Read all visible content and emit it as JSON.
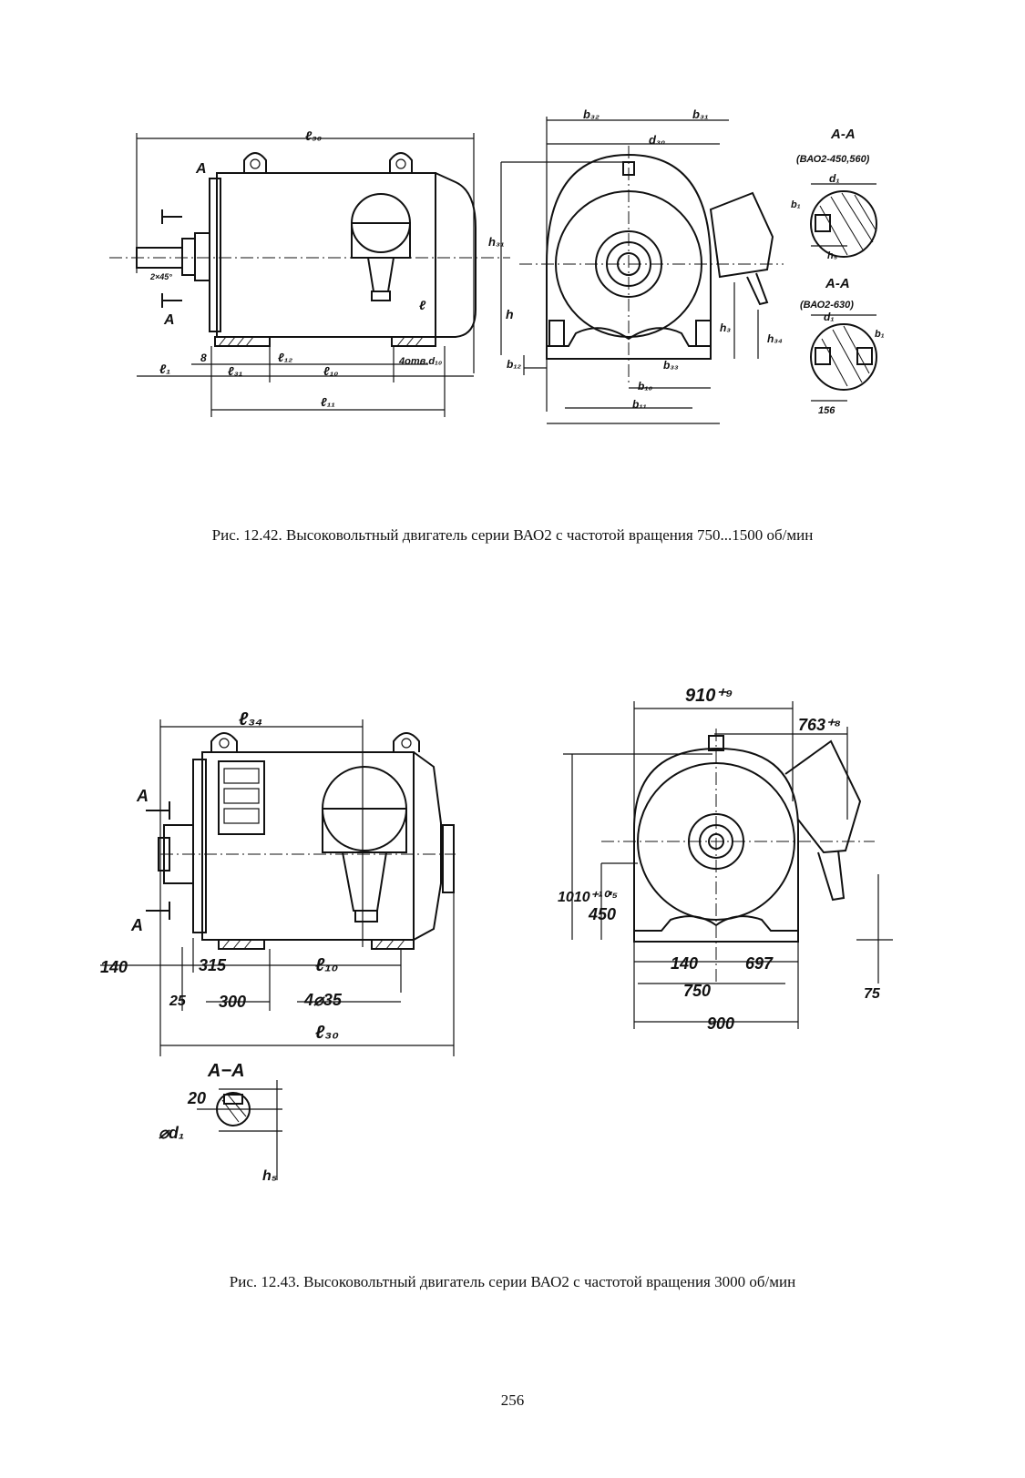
{
  "figure1": {
    "caption": "Рис. 12.42. Высоковольтный двигатель серии ВАО2 с частотой вращения 750...1500 об/мин",
    "labels": {
      "l30": "ℓ₃₀",
      "l31": "ℓ₃₁",
      "l10": "ℓ₁₀",
      "l11": "ℓ₁₁",
      "l12": "ℓ₁₂",
      "l1": "ℓ₁",
      "l": "ℓ",
      "holes": "4отв.d₁₀",
      "b32": "b₃₂",
      "b31": "b₃₁",
      "d30": "d₃₀",
      "h31": "h₃₁",
      "h": "h",
      "b12": "b₁₂",
      "b33": "b₃₃",
      "b10": "b₁₀",
      "b11": "b₁₁",
      "h3": "h₃",
      "h34": "h₃₄",
      "sectionA1": "А-А",
      "sectionA1note": "(ВАО2-450,560)",
      "sectionA2": "А-А",
      "sectionA2note": "(ВАО2-630)",
      "d1": "d₁",
      "b1": "b₁",
      "h5": "h₅",
      "dim156": "156",
      "arrowA": "А",
      "shaftmark": "2×45°",
      "dim8": "8"
    }
  },
  "figure2": {
    "caption": "Рис. 12.43. Высоковольтный двигатель серии ВАО2 с частотой вращения 3000 об/мин",
    "labels": {
      "l34": "ℓ₃₄",
      "l10": "ℓ₁₀",
      "l30": "ℓ₃₀",
      "dim140": "140",
      "dim315": "315",
      "dim300": "300",
      "holes": "4⌀35",
      "dim25": "25",
      "arrowA": "А",
      "dim910": "910⁺⁹",
      "dim763": "763⁺⁸",
      "dim1010": "1010⁺¹⁰'⁵",
      "dim450": "450",
      "dim140b": "140",
      "dim697": "697",
      "dim750": "750",
      "dim900": "900",
      "dim75": "75",
      "sectionA": "А−А",
      "dim20": "20",
      "d1": "⌀d₁",
      "h5": "h₅"
    }
  },
  "page_number": "256"
}
